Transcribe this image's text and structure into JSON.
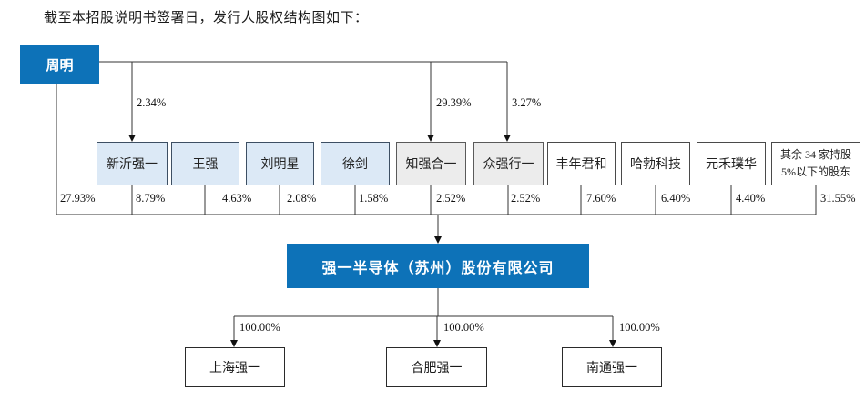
{
  "title": "截至本招股说明书签署日，发行人股权结构图如下：",
  "colors": {
    "primary_blue": "#0d72b8",
    "light_blue_fill": "#dce9f6",
    "gray_fill": "#ececec",
    "white_fill": "#ffffff",
    "line_color": "#333333"
  },
  "controlling_shareholder": {
    "name": "周明",
    "direct_holding_pct": "27.93%"
  },
  "indirect_holdings": [
    {
      "target": "新沂强一",
      "pct": "2.34%"
    },
    {
      "target": "知强合一",
      "pct": "29.39%"
    },
    {
      "target": "众强行一",
      "pct": "3.27%"
    }
  ],
  "shareholders": [
    {
      "name": "新沂强一",
      "pct": "8.79%",
      "fill": "light-blue"
    },
    {
      "name": "王强",
      "pct": "4.63%",
      "fill": "light-blue"
    },
    {
      "name": "刘明星",
      "pct": "2.08%",
      "fill": "light-blue"
    },
    {
      "name": "徐剑",
      "pct": "1.58%",
      "fill": "light-blue"
    },
    {
      "name": "知强合一",
      "pct": "2.52%",
      "fill": "gray"
    },
    {
      "name": "众强行一",
      "pct": "2.52%",
      "fill": "gray"
    },
    {
      "name": "丰年君和",
      "pct": "7.60%",
      "fill": "white"
    },
    {
      "name": "哈勃科技",
      "pct": "6.40%",
      "fill": "white"
    },
    {
      "name": "元禾璞华",
      "pct": "4.40%",
      "fill": "white"
    },
    {
      "name": "其余 34 家持股5%以下的股东",
      "pct": "31.55%",
      "fill": "white"
    }
  ],
  "issuer": {
    "name": "强一半导体（苏州）股份有限公司"
  },
  "subsidiaries": [
    {
      "name": "上海强一",
      "pct": "100.00%"
    },
    {
      "name": "合肥强一",
      "pct": "100.00%"
    },
    {
      "name": "南通强一",
      "pct": "100.00%"
    }
  ]
}
